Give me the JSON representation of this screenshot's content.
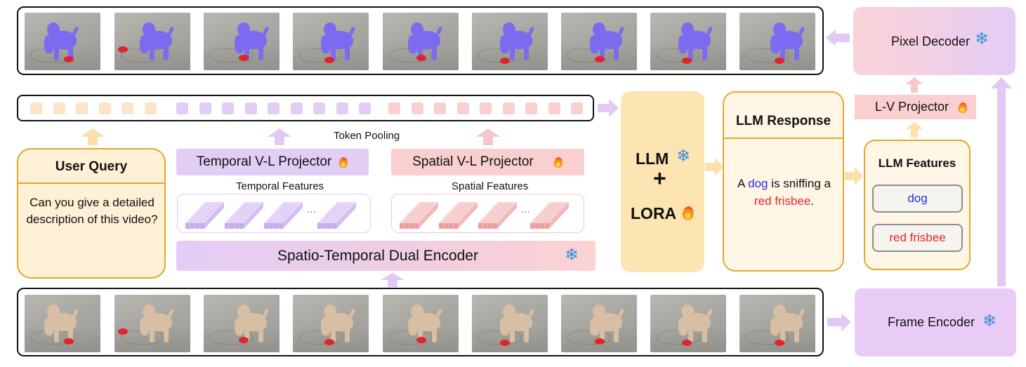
{
  "pixel_decoder": {
    "label": "Pixel Decoder"
  },
  "lv_projector": {
    "label": "L-V Projector"
  },
  "llm_features": {
    "title": "LLM Features",
    "items": [
      "dog",
      "red frisbee"
    ]
  },
  "llm_response": {
    "title": "LLM Response",
    "parts": [
      "A ",
      "dog",
      " is sniffing a ",
      "red frisbee",
      "."
    ]
  },
  "llm_block": {
    "line1": "LLM",
    "plus": "+",
    "line2": "LORA"
  },
  "user_query": {
    "title": "User Query",
    "text": "Can you give a detailed description of this video?"
  },
  "token_pooling": {
    "label": "Token Pooling"
  },
  "temporal_projector": {
    "label": "Temporal V-L Projector"
  },
  "spatial_projector": {
    "label": "Spatial V-L Projector"
  },
  "temporal_features": {
    "label": "Temporal Features"
  },
  "spatial_features": {
    "label": "Spatial Features"
  },
  "dual_encoder": {
    "label": "Spatio-Temporal Dual Encoder"
  },
  "frame_encoder": {
    "label": "Frame Encoder"
  },
  "colors": {
    "query_fill": "#fff0d6",
    "query_border": "#e0a92a",
    "temporal": "#e2cdf5",
    "spatial": "#f8cfcf",
    "llm": "#fde4b3",
    "frame_encoder": "#e8ccf6",
    "pixel_decoder_a": "#f9d2da",
    "pixel_decoder_b": "#e6cdf6",
    "mask_dog": "#7b6bf0",
    "text_dog": "#2d2de0",
    "text_frisbee": "#e8262b",
    "snow": "#3a8fdc"
  },
  "icons": [
    "snowflake-icon",
    "fire-icon"
  ]
}
